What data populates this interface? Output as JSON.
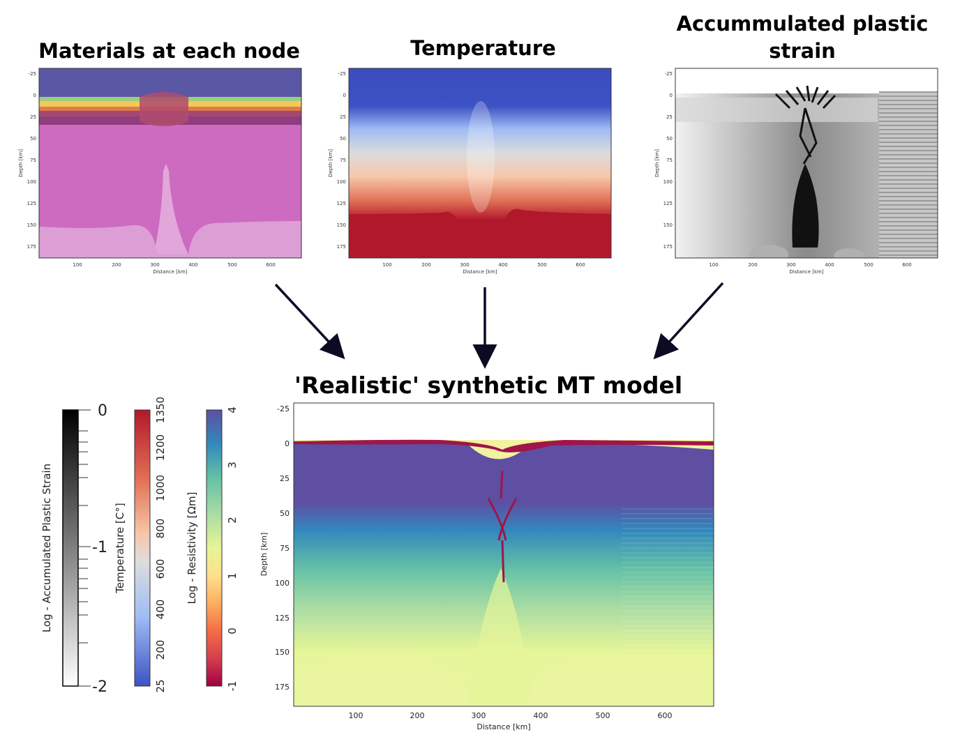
{
  "panels": {
    "materials": {
      "title": "Materials at each node",
      "xlabel": "Distance [km]",
      "ylabel": "Depth [km]",
      "xticks": [
        "100",
        "200",
        "300",
        "400",
        "500",
        "600"
      ],
      "yticks": [
        "-25",
        "0",
        "25",
        "50",
        "75",
        "100",
        "125",
        "150",
        "175"
      ]
    },
    "temperature": {
      "title": "Temperature",
      "xlabel": "Distance [km]",
      "ylabel": "Depth [km]",
      "xticks": [
        "100",
        "200",
        "300",
        "400",
        "500",
        "600"
      ],
      "yticks": [
        "-25",
        "0",
        "25",
        "50",
        "75",
        "100",
        "125",
        "150",
        "175"
      ]
    },
    "strain": {
      "title_line1": "Accummulated plastic",
      "title_line2": "strain",
      "xlabel": "Distance [km]",
      "ylabel": "Depth [km]",
      "xticks": [
        "100",
        "200",
        "300",
        "400",
        "500",
        "600"
      ],
      "yticks": [
        "-25",
        "0",
        "25",
        "50",
        "75",
        "100",
        "125",
        "150",
        "175"
      ]
    },
    "mt_model": {
      "title": "'Realistic' synthetic MT model",
      "xlabel": "Distance [km]",
      "ylabel": "Depth [km]",
      "xticks": [
        "100",
        "200",
        "300",
        "400",
        "500",
        "600"
      ],
      "yticks": [
        "-25",
        "0",
        "25",
        "50",
        "75",
        "100",
        "125",
        "150",
        "175"
      ]
    }
  },
  "colorbars": {
    "strain": {
      "label": "Log - Accumulated Plastic Strain",
      "ticks": [
        "0",
        "-1",
        "-2"
      ],
      "colors": [
        "#000000",
        "#ffffff"
      ]
    },
    "temperature": {
      "label": "Temperature [C°]",
      "ticks": [
        "1350",
        "1200",
        "1000",
        "800",
        "600",
        "400",
        "200",
        "25"
      ],
      "colors": [
        "#b2182b",
        "#e07055",
        "#f7c7a9",
        "#dddddd",
        "#9fbcf4",
        "#3d52c4"
      ]
    },
    "resistivity": {
      "label": "Log - Resistivity [Ωm]",
      "ticks": [
        "4",
        "3",
        "2",
        "1",
        "0",
        "-1"
      ],
      "colors": [
        "#5e4fa2",
        "#3288bd",
        "#66c2a5",
        "#abdda4",
        "#e6f598",
        "#fee08b",
        "#fdae61",
        "#f46d43",
        "#d53e4f",
        "#9e0142"
      ]
    }
  },
  "colors": {
    "arrow": "#0b0b24",
    "materials_air": "#5a58a5",
    "materials_mantle": "#cc6bbf",
    "materials_asthenosphere": "#dd9ed6",
    "mt_crust": "#5e4fa2",
    "mt_conductor": "#a0154a",
    "mt_sediment": "#f2f2a0"
  }
}
